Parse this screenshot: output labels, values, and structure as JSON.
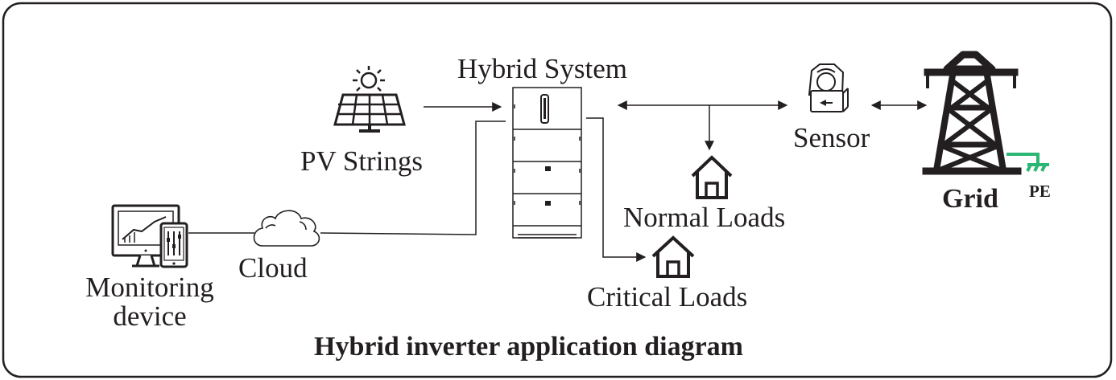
{
  "diagram": {
    "title": "Hybrid inverter application diagram",
    "nodes": {
      "pv": {
        "label": "PV Strings",
        "icon": "solar-panel-icon"
      },
      "hybrid": {
        "label": "Hybrid System",
        "icon": "battery-inverter-stack-icon"
      },
      "sensor": {
        "label": "Sensor",
        "icon": "current-clamp-icon"
      },
      "grid": {
        "label": "Grid",
        "icon": "transmission-tower-icon"
      },
      "pe": {
        "label": "PE",
        "icon": "ground-symbol-icon"
      },
      "normal_loads": {
        "label": "Normal Loads",
        "icon": "house-icon"
      },
      "critical_loads": {
        "label": "Critical Loads",
        "icon": "house-icon"
      },
      "cloud": {
        "label": "Cloud",
        "icon": "cloud-icon"
      },
      "monitoring": {
        "label_line1": "Monitoring",
        "label_line2": "device",
        "icon": "monitor-tablet-icon"
      }
    },
    "colors": {
      "ink": "#231f20",
      "ground": "#2bb673",
      "frame": "#231f20"
    }
  }
}
